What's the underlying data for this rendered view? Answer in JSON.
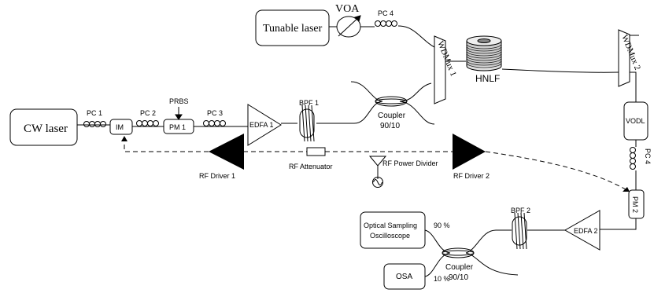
{
  "components": {
    "cw_laser": "CW laser",
    "tunable_laser": "Tunable laser",
    "voa": "VOA",
    "pc1": "PC 1",
    "pc2": "PC 2",
    "pc3": "PC 3",
    "pc4_top": "PC 4",
    "pc4_right": "PC 4",
    "im": "IM",
    "prbs": "PRBS",
    "pm1": "PM 1",
    "pm2": "PM 2",
    "edfa1": "EDFA 1",
    "edfa2": "EDFA 2",
    "bpf1": "BPF 1",
    "bpf2": "BPF 2",
    "coupler_top": "Coupler",
    "coupler_top_ratio": "90/10",
    "coupler_bottom": "Coupler",
    "coupler_bottom_ratio": "90/10",
    "wdmux1": "WDMux 1",
    "wdmux2": "WDMux 2",
    "hnlf": "HNLF",
    "vodl": "VODL",
    "rf_driver1": "RF Driver 1",
    "rf_driver2": "RF Driver 2",
    "rf_attenuator": "RF Attenuator",
    "rf_power_divider": "RF Power Divider",
    "osc_line1": "Optical Sampling",
    "osc_line2": "Oscilloscope",
    "osa": "OSA",
    "pct_90": "90 %",
    "pct_10": "10 %"
  }
}
